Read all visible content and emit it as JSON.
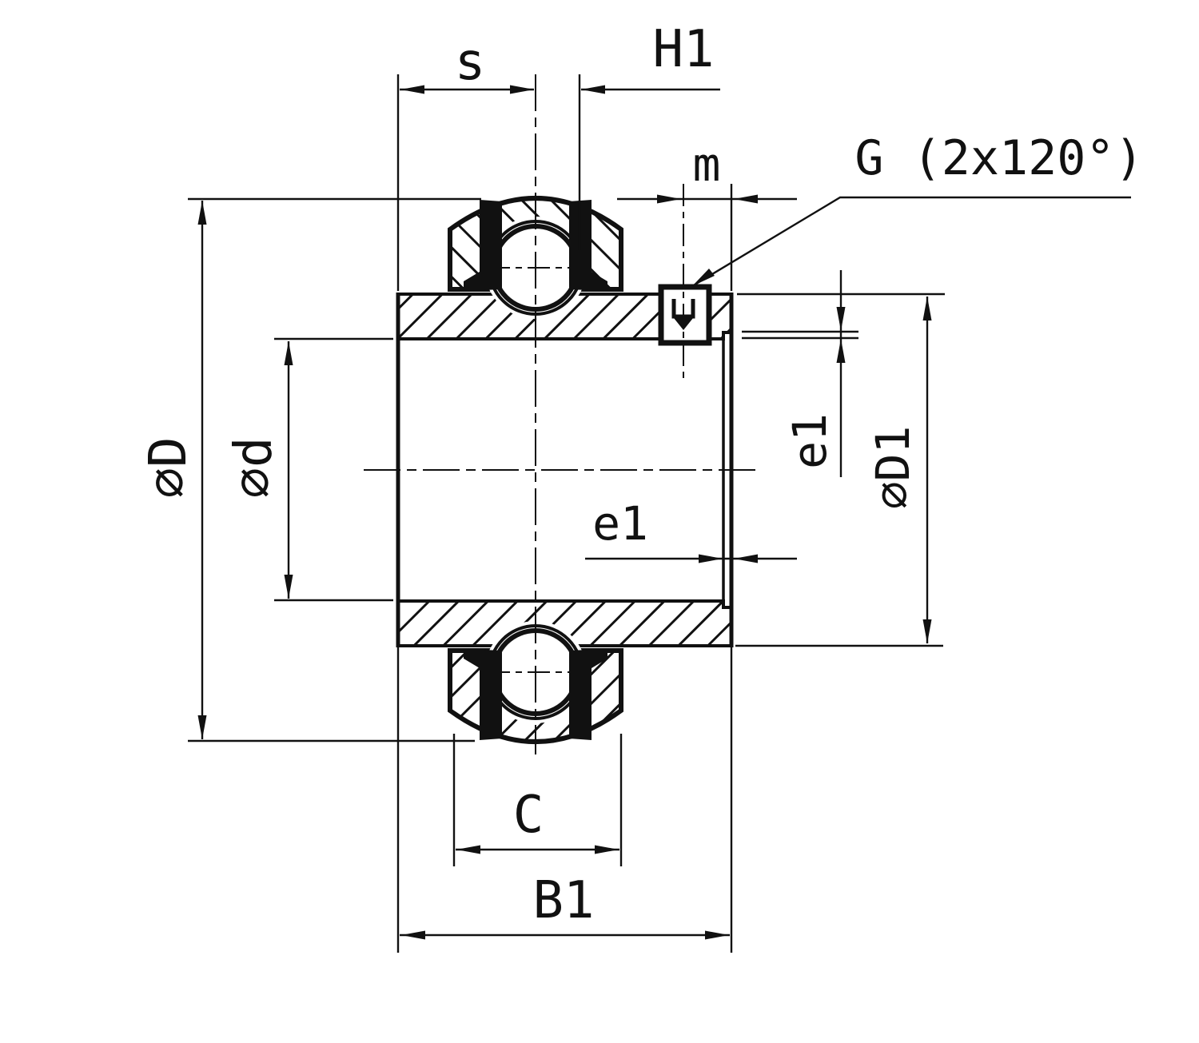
{
  "drawing": {
    "background_color": "#ffffff",
    "line_color": "#111111",
    "labels": {
      "s": "s",
      "h1": "H1",
      "m": "m",
      "g": "G (2x120°)",
      "dia_outer": "⌀D",
      "dia_bore": "⌀d",
      "dia_inner_od": "⌀D1",
      "e1_side": "e1",
      "e1_face": "e1",
      "c": "C",
      "b1": "B1"
    }
  }
}
